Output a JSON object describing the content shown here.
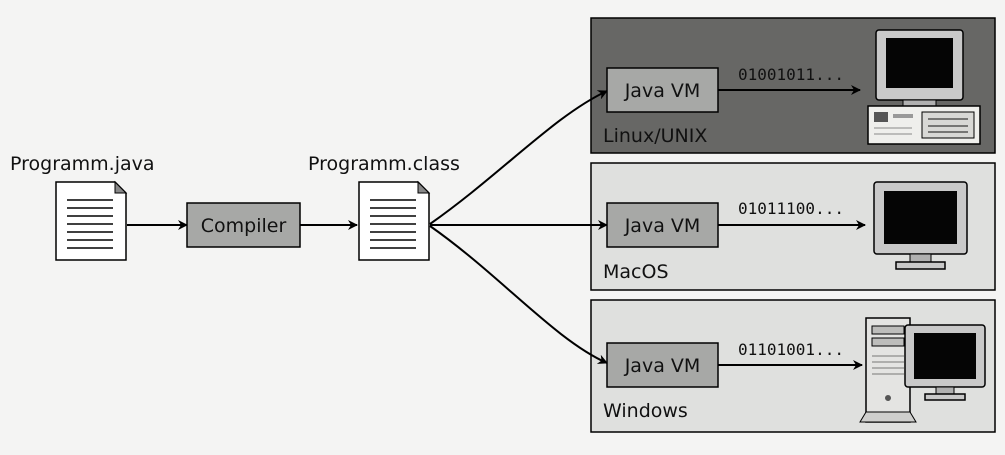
{
  "source_file": {
    "label": "Programm.java"
  },
  "compiler": {
    "label": "Compiler"
  },
  "class_file": {
    "label": "Programm.class"
  },
  "platforms": [
    {
      "os_label": "Linux/UNIX",
      "vm_label": "Java VM",
      "bits": "01001011...",
      "panel_color": "#676765",
      "computer": "desktop-computer-with-monitor-icon"
    },
    {
      "os_label": "MacOS",
      "vm_label": "Java VM",
      "bits": "01011100...",
      "panel_color": "#dfe0de",
      "computer": "monitor-icon"
    },
    {
      "os_label": "Windows",
      "vm_label": "Java VM",
      "bits": "01101001...",
      "panel_color": "#dfe0de",
      "computer": "tower-pc-with-monitor-icon"
    }
  ]
}
